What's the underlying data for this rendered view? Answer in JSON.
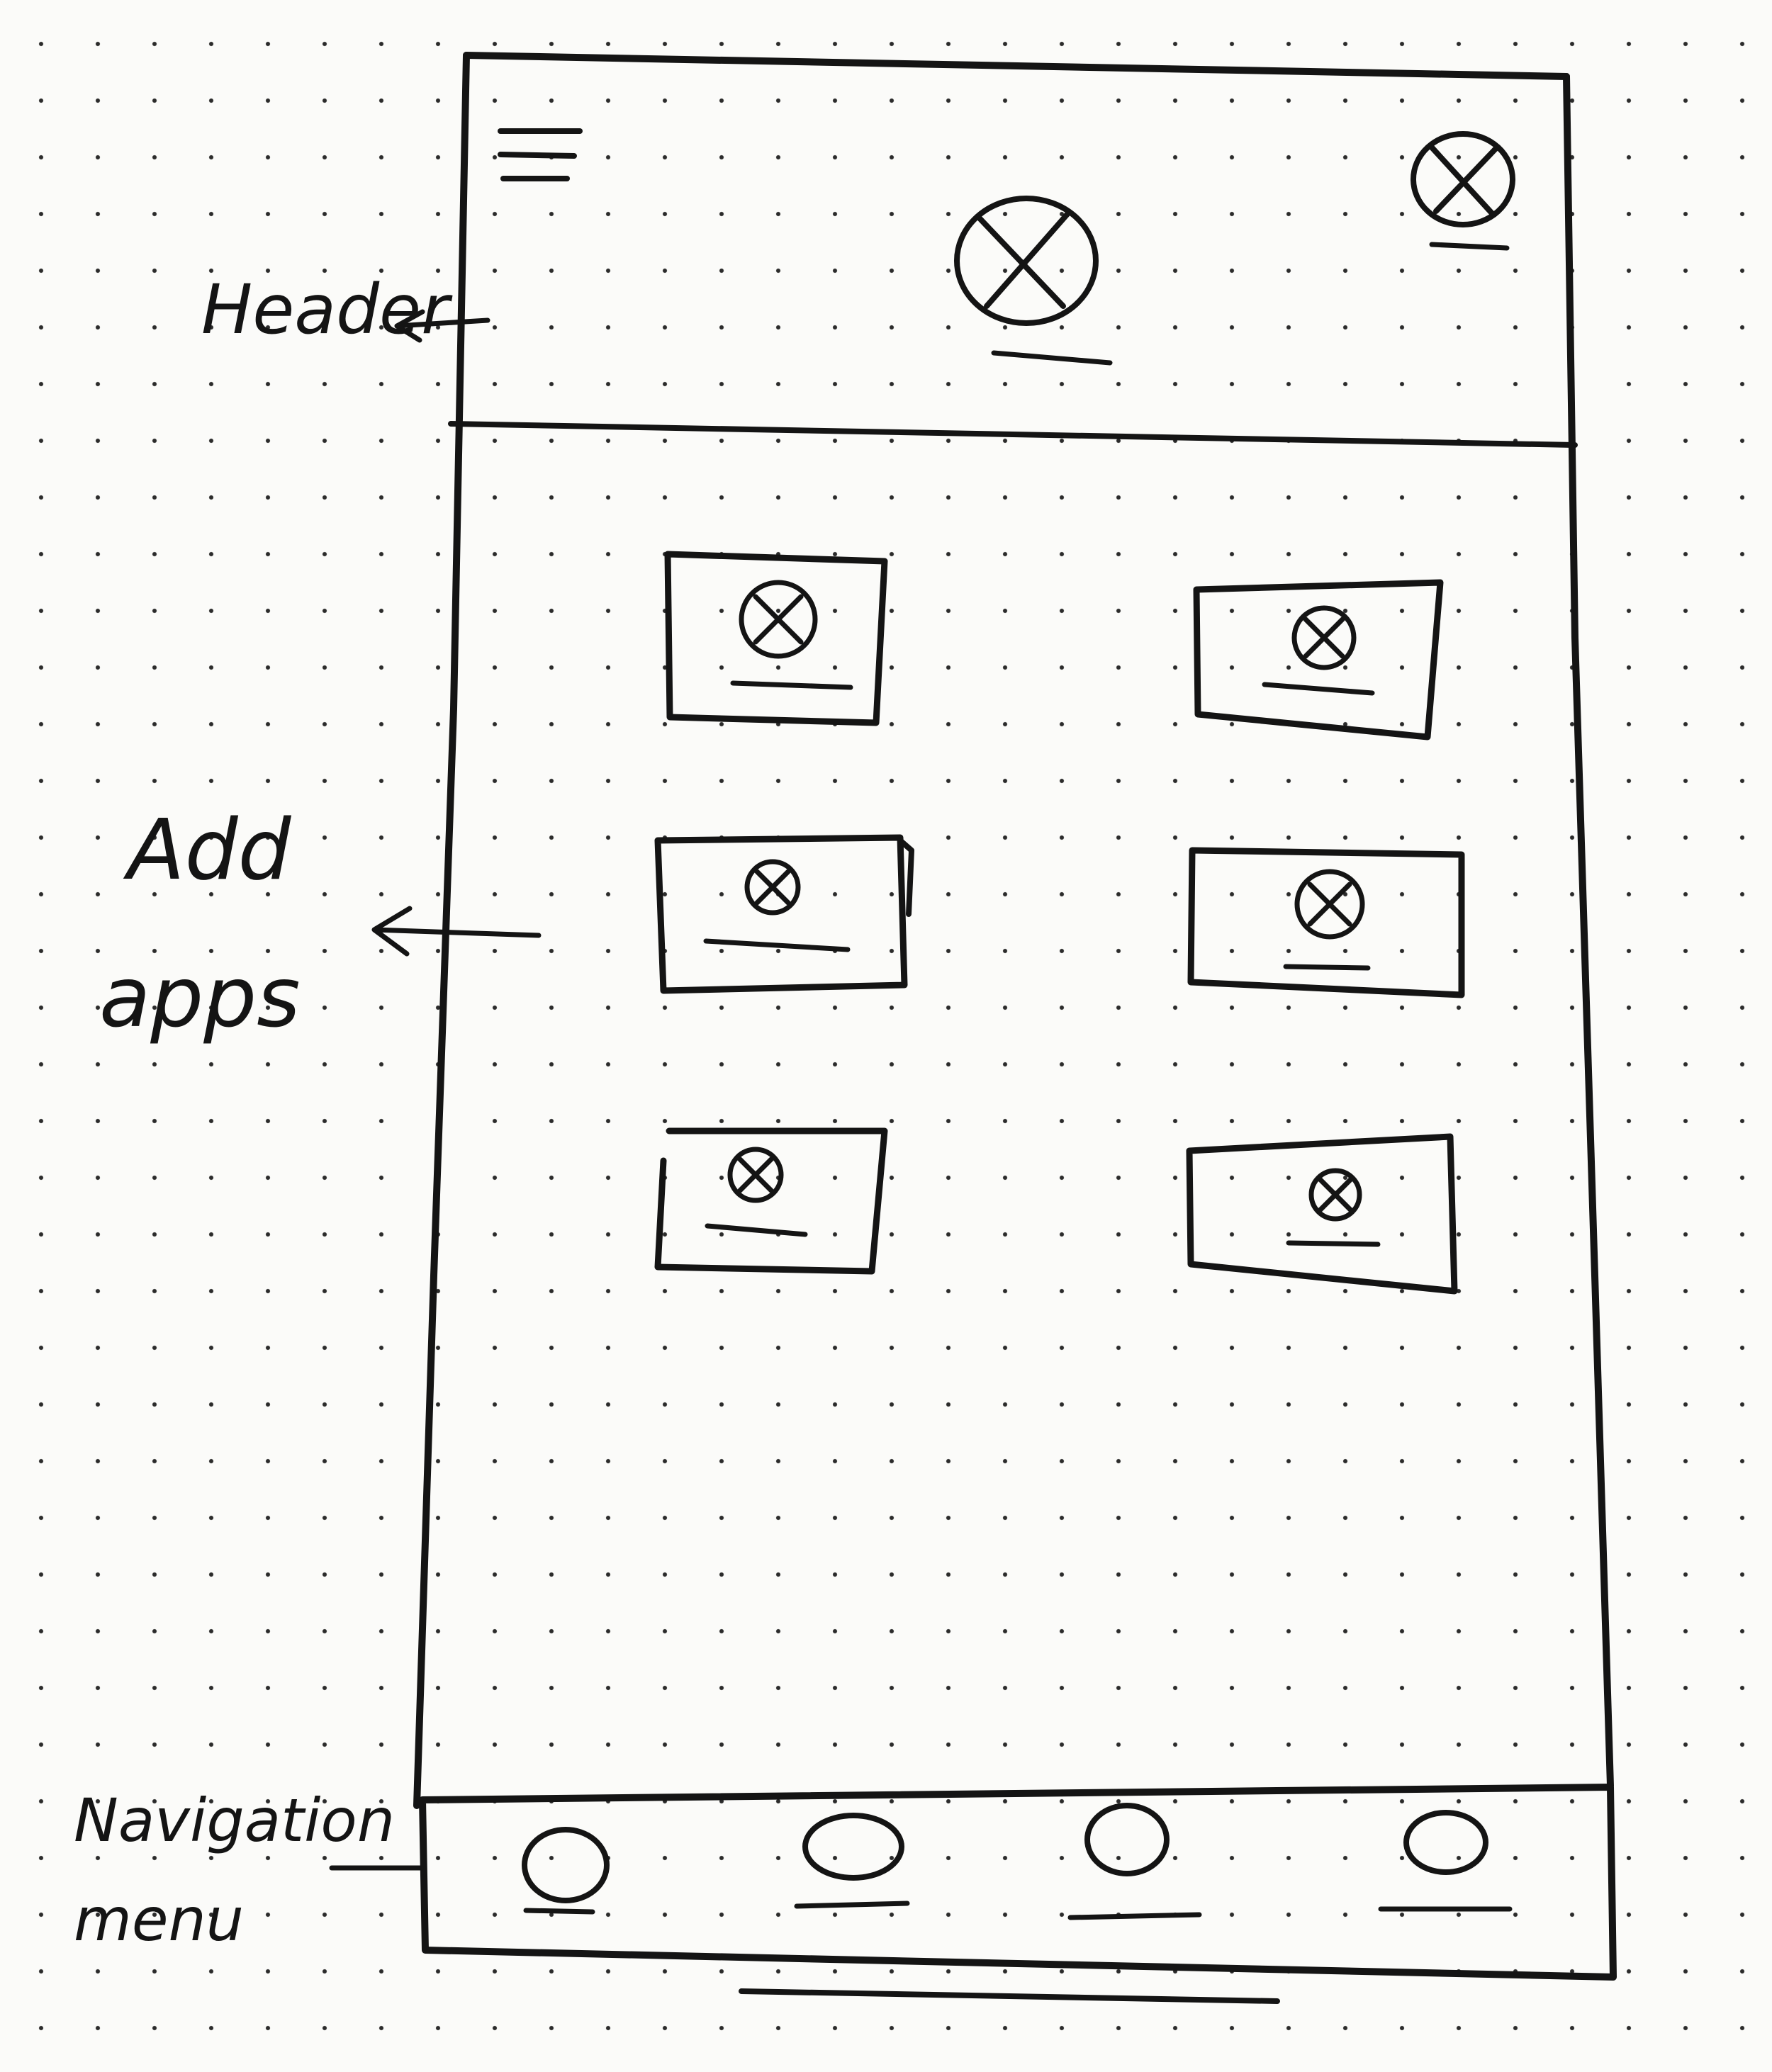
{
  "annotations": {
    "header": "Header",
    "apps_line1": "Add",
    "apps_line2": "apps",
    "nav_line1": "Navigation",
    "nav_line2": "menu"
  },
  "header": {
    "left_icon": "hamburger-menu-icon",
    "center_icon": "placeholder-image-icon",
    "right_icon": "placeholder-image-icon"
  },
  "apps": [
    {
      "icon": "placeholder-image-icon"
    },
    {
      "icon": "placeholder-image-icon"
    },
    {
      "icon": "placeholder-image-icon"
    },
    {
      "icon": "placeholder-image-icon"
    },
    {
      "icon": "placeholder-image-icon"
    },
    {
      "icon": "placeholder-image-icon"
    }
  ],
  "nav": {
    "items": [
      {
        "icon": "circle-icon"
      },
      {
        "icon": "circle-icon"
      },
      {
        "icon": "circle-icon"
      },
      {
        "icon": "circle-icon"
      }
    ]
  },
  "colors": {
    "ink": "#141414",
    "paper": "#fbfbf9"
  }
}
